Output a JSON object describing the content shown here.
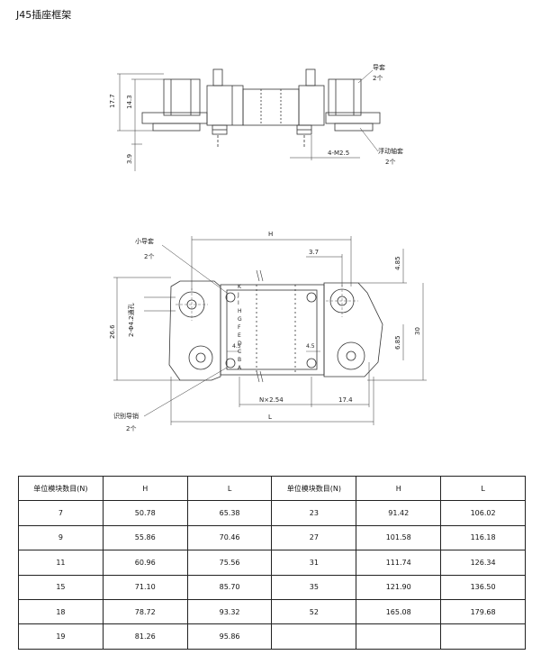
{
  "page": {
    "title": "J45插座框架"
  },
  "side_view": {
    "label_guide_sleeve": "导套",
    "label_guide_sleeve_qty": "2个",
    "label_floating_bushing": "浮动轴套",
    "label_floating_bushing_qty": "2个",
    "dim_17_7": "17.7",
    "dim_14_3": "14.3",
    "dim_3_9": "3.9",
    "dim_screw": "4-M2.5"
  },
  "top_view": {
    "label_small_guide": "小导套",
    "label_small_guide_qty": "2个",
    "label_id_pin": "识别导销",
    "label_id_pin_qty": "2个",
    "dim_H": "H",
    "dim_3_7": "3.7",
    "dim_4_85": "4.85",
    "dim_holes": "2-Φ4.2通孔",
    "dim_26_6": "26.6",
    "dim_6_85": "6.85",
    "dim_30": "30",
    "dim_4_5_left": "4.5",
    "dim_4_5_right": "4.5",
    "dim_pitch": "N×2.54",
    "dim_17_4": "17.4",
    "dim_L": "L",
    "letters": [
      "K",
      "J",
      "I",
      "H",
      "G",
      "F",
      "E",
      "D",
      "C",
      "B",
      "A"
    ]
  },
  "table": {
    "headers": [
      "单位模块数目(N)",
      "H",
      "L",
      "单位模块数目(N)",
      "H",
      "L"
    ],
    "rows": [
      [
        "7",
        "50.78",
        "65.38",
        "23",
        "91.42",
        "106.02"
      ],
      [
        "9",
        "55.86",
        "70.46",
        "27",
        "101.58",
        "116.18"
      ],
      [
        "11",
        "60.96",
        "75.56",
        "31",
        "111.74",
        "126.34"
      ],
      [
        "15",
        "71.10",
        "85.70",
        "35",
        "121.90",
        "136.50"
      ],
      [
        "18",
        "78.72",
        "93.32",
        "52",
        "165.08",
        "179.68"
      ],
      [
        "19",
        "81.26",
        "95.86",
        "",
        "",
        ""
      ]
    ]
  }
}
